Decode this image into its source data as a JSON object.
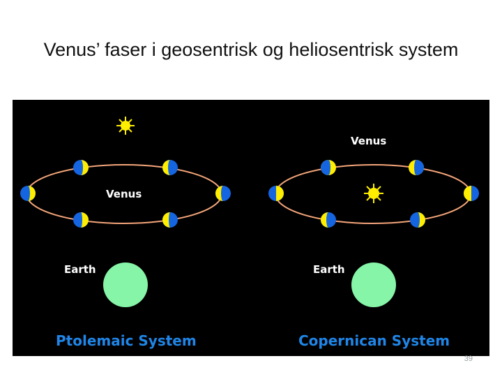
{
  "slide": {
    "title": "Venus’ faser i geosentrisk og heliosentrisk system",
    "page_number": "39"
  },
  "colors": {
    "background": "#000000",
    "orbit": "#f4a57a",
    "venus_dark": "#1565e0",
    "venus_lit": "#ffee00",
    "earth": "#86f5a8",
    "sun": "#ffee00",
    "label": "#ffffff",
    "system_title": "#1f86e8"
  },
  "ptolemaic": {
    "venus_label": "Venus",
    "earth_label": "Earth",
    "system_title": "Ptolemaic System"
  },
  "copernican": {
    "venus_label": "Venus",
    "earth_label": "Earth",
    "system_title": "Copernican System"
  }
}
